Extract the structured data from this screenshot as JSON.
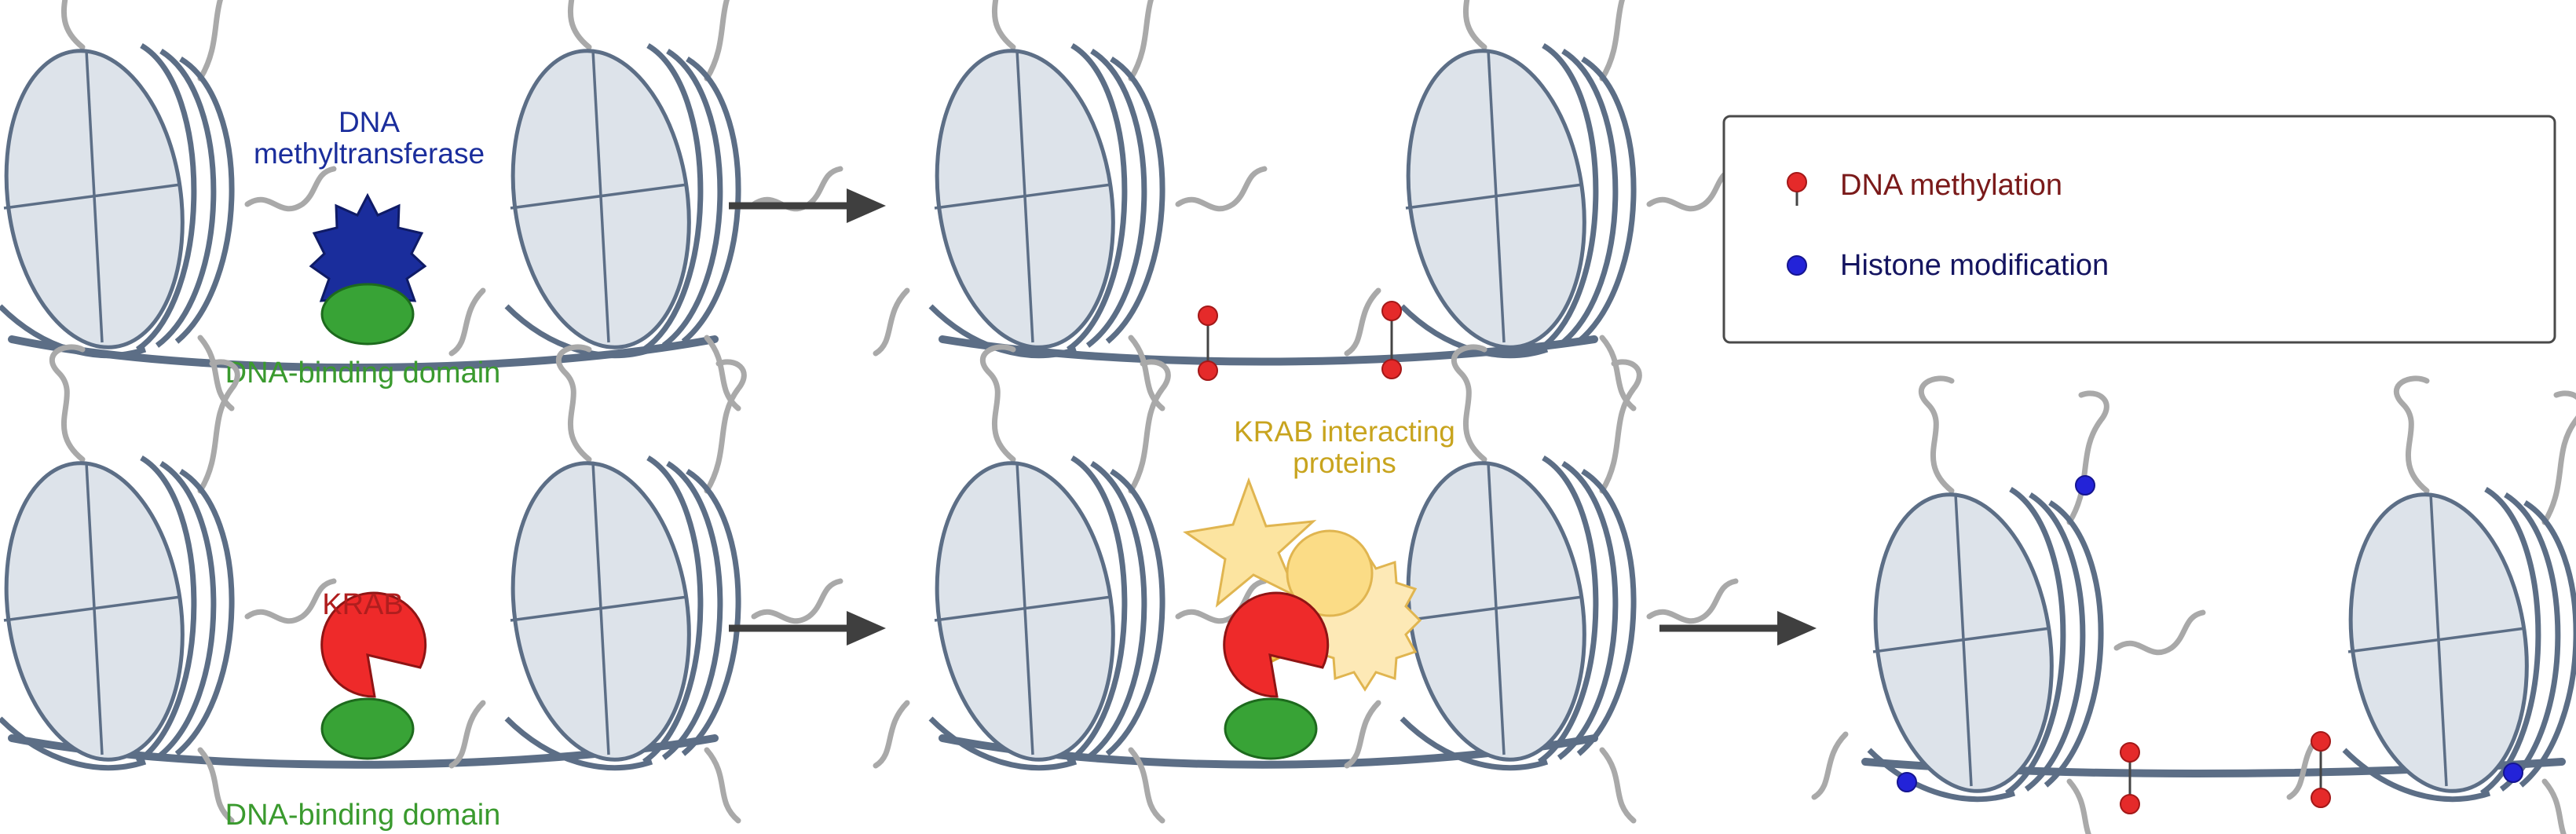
{
  "labels": {
    "dnmt_line1": "DNA",
    "dnmt_line2": "methyltransferase",
    "dbd_top": "DNA-binding domain",
    "dbd_bottom": "DNA-binding domain",
    "krab": "KRAB",
    "krab_interacting_line1": "KRAB interacting",
    "krab_interacting_line2": "proteins"
  },
  "legend": {
    "items": [
      {
        "label": "DNA methylation",
        "symbol": "methylation-lollipop"
      },
      {
        "label": "Histone modification",
        "symbol": "blue-dot"
      }
    ]
  },
  "colors": {
    "nucleosome": "#dde3ea",
    "dna_strand": "#5c6e86",
    "dnmt": "#1a2d9c",
    "dna_binding_domain": "#38a336",
    "krab": "#ee2a2a",
    "krab_interacting": "#fbdc86",
    "methylation": "#e52a2a",
    "histone_mark": "#2323d8",
    "arrow": "#3f3f3f"
  }
}
